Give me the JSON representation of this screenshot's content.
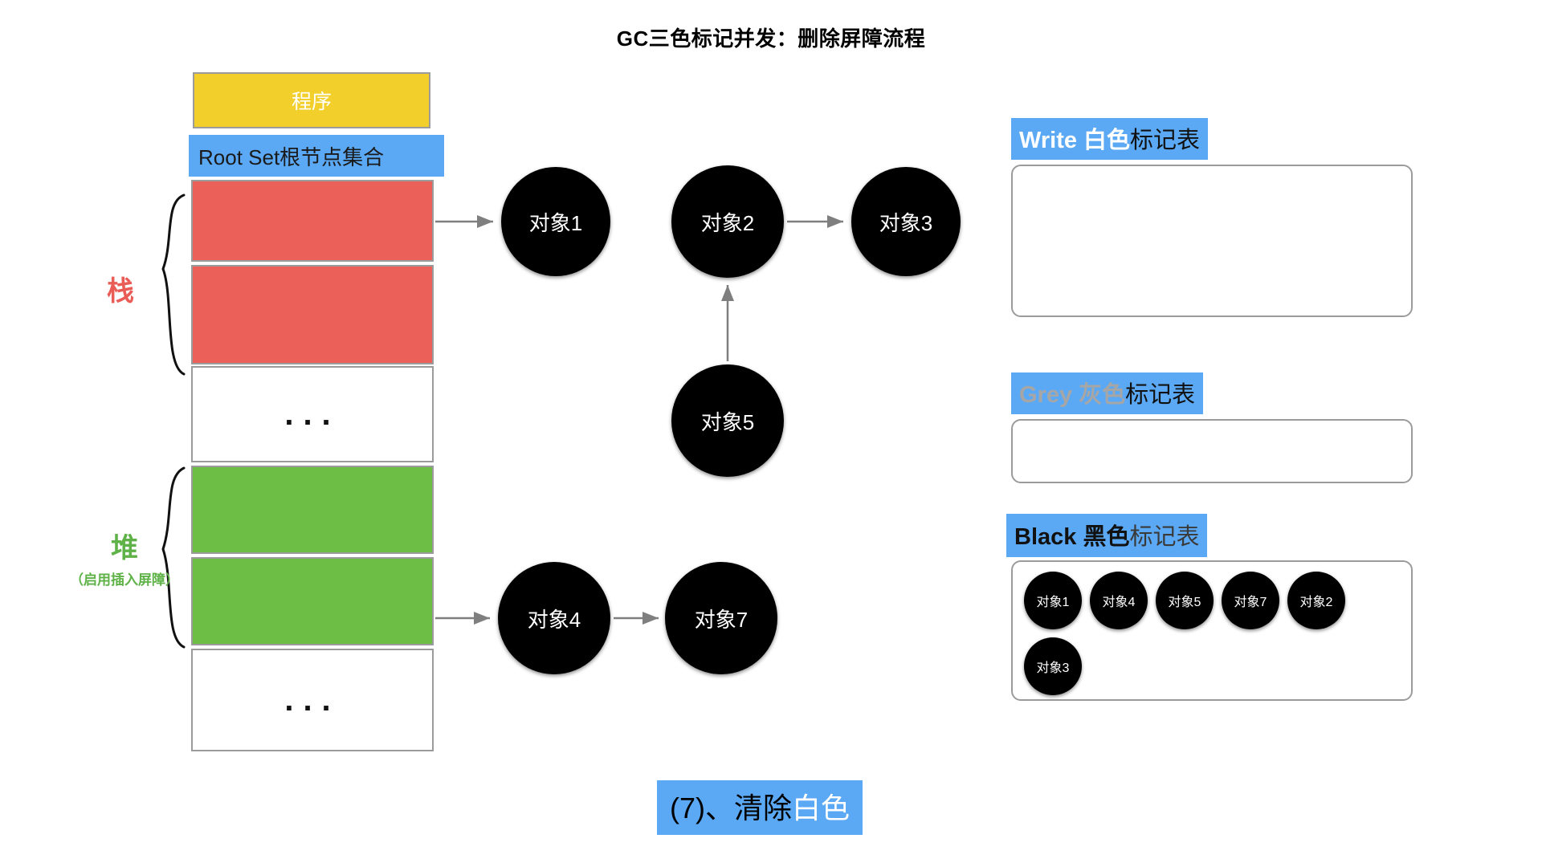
{
  "title": "GC三色标记并发：删除屏障流程",
  "memory": {
    "program_label": "程序",
    "root_set_label": "Root Set根节点集合",
    "ellipsis": "...",
    "stack": {
      "label": "栈"
    },
    "heap": {
      "label": "堆",
      "sublabel": "（启用插入屏障）"
    },
    "cells": [
      {
        "name": "program",
        "label": "程序",
        "color": "#F2CF2B"
      },
      {
        "name": "root-set",
        "label": "Root Set根节点集合",
        "color": "#5BA9F4"
      },
      {
        "name": "stack-slot-1",
        "label": "",
        "color": "#EC605A"
      },
      {
        "name": "stack-slot-2",
        "label": "",
        "color": "#EC605A"
      },
      {
        "name": "stack-ellipsis",
        "label": "...",
        "color": "#FFFFFF"
      },
      {
        "name": "heap-slot-1",
        "label": "",
        "color": "#6CBE45"
      },
      {
        "name": "heap-slot-2",
        "label": "",
        "color": "#6CBE45"
      },
      {
        "name": "heap-ellipsis",
        "label": "...",
        "color": "#FFFFFF"
      }
    ]
  },
  "graph": {
    "nodes": [
      {
        "id": "obj1",
        "label": "对象1"
      },
      {
        "id": "obj2",
        "label": "对象2"
      },
      {
        "id": "obj3",
        "label": "对象3"
      },
      {
        "id": "obj5",
        "label": "对象5"
      },
      {
        "id": "obj4",
        "label": "对象4"
      },
      {
        "id": "obj7",
        "label": "对象7"
      }
    ],
    "edges": [
      {
        "from": "stack-slot-1",
        "to": "obj1"
      },
      {
        "from": "obj2",
        "to": "obj3"
      },
      {
        "from": "obj5",
        "to": "obj2"
      },
      {
        "from": "heap-slot-2",
        "to": "obj4"
      },
      {
        "from": "obj4",
        "to": "obj7"
      }
    ]
  },
  "tables": {
    "white": {
      "header_accent": "Write 白色",
      "header_tail": "标记表",
      "items": []
    },
    "grey": {
      "header_accent": "Grey 灰色",
      "header_tail": "标记表",
      "items": []
    },
    "black": {
      "header_accent": "Black 黑色",
      "header_tail": "标记表",
      "items": [
        "对象1",
        "对象4",
        "对象5",
        "对象7",
        "对象2",
        "对象3"
      ]
    }
  },
  "caption": {
    "prefix": "(7)、清除",
    "highlight": "白色"
  },
  "colors": {
    "yellow": "#F2CF2B",
    "blue": "#5BA9F4",
    "red": "#EC605A",
    "green": "#6CBE45",
    "node": "#000000",
    "border": "#9B9B9B",
    "arrow": "#7F7F7F",
    "grey_text": "#A6A6A6"
  }
}
